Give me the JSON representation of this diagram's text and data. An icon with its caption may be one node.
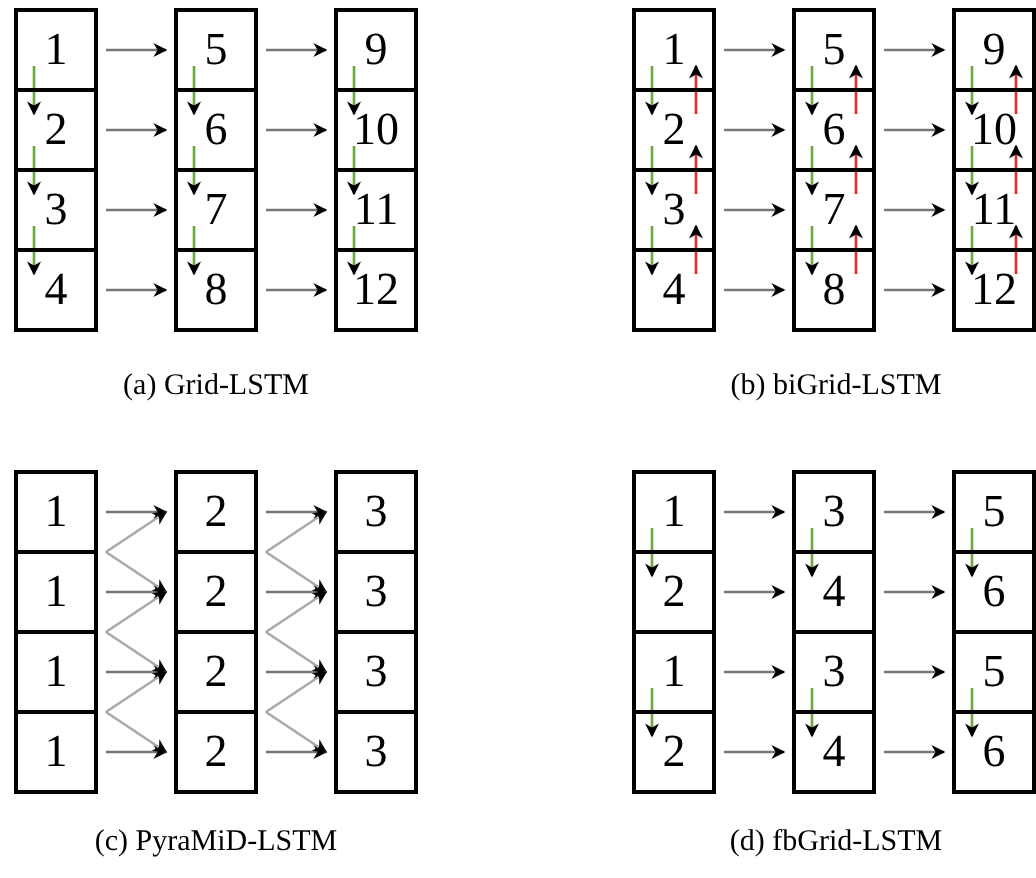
{
  "diagram": {
    "nodes": [
      {
        "text": [
          "1"
        ]
      },
      {
        "text": [
          "2"
        ]
      },
      {
        "text": [
          "3"
        ]
      },
      {
        "text": [
          "4"
        ]
      },
      {
        "text": [
          "5"
        ]
      },
      {
        "text": [
          "6"
        ]
      },
      {
        "text": [
          "7"
        ]
      },
      {
        "text": [
          "8"
        ]
      },
      {
        "text": [
          "9"
        ]
      },
      {
        "text": [
          "10"
        ]
      },
      {
        "text": [
          "11"
        ]
      },
      {
        "text": [
          "12"
        ]
      },
      {
        "text": [
          "1"
        ]
      },
      {
        "text": [
          "2"
        ]
      },
      {
        "text": [
          "3"
        ]
      },
      {
        "text": [
          "4"
        ]
      },
      {
        "text": [
          "5"
        ]
      },
      {
        "text": [
          "6"
        ]
      },
      {
        "text": [
          "7"
        ]
      },
      {
        "text": [
          "8"
        ]
      },
      {
        "text": [
          "9"
        ]
      },
      {
        "text": [
          "10"
        ]
      },
      {
        "text": [
          "11"
        ]
      },
      {
        "text": [
          "12"
        ]
      },
      {
        "text": [
          "1"
        ]
      },
      {
        "text": [
          "1"
        ]
      },
      {
        "text": [
          "1"
        ]
      },
      {
        "text": [
          "1"
        ]
      },
      {
        "text": [
          "2"
        ]
      },
      {
        "text": [
          "2"
        ]
      },
      {
        "text": [
          "2"
        ]
      },
      {
        "text": [
          "2"
        ]
      },
      {
        "text": [
          "3"
        ]
      },
      {
        "text": [
          "3"
        ]
      },
      {
        "text": [
          "3"
        ]
      },
      {
        "text": [
          "3"
        ]
      },
      {
        "text": [
          "1"
        ]
      },
      {
        "text": [
          "2"
        ]
      },
      {
        "text": [
          "1"
        ]
      },
      {
        "text": [
          "2"
        ]
      },
      {
        "text": [
          "3"
        ]
      },
      {
        "text": [
          "4"
        ]
      },
      {
        "text": [
          "3"
        ]
      },
      {
        "text": [
          "4"
        ]
      },
      {
        "text": [
          "5"
        ]
      },
      {
        "text": [
          "6"
        ]
      },
      {
        "text": [
          "5"
        ]
      },
      {
        "text": [
          "6"
        ]
      }
    ],
    "edges": [
      {
        "from": 0,
        "to": 4,
        "arrow": "to"
      },
      {
        "from": 1,
        "to": 5,
        "arrow": "to"
      },
      {
        "from": 2,
        "to": 6,
        "arrow": "to"
      },
      {
        "from": 3,
        "to": 7,
        "arrow": "to"
      },
      {
        "from": 4,
        "to": 8,
        "arrow": "to"
      },
      {
        "from": 5,
        "to": 9,
        "arrow": "to"
      },
      {
        "from": 6,
        "to": 10,
        "arrow": "to"
      },
      {
        "from": 7,
        "to": 11,
        "arrow": "to"
      },
      {
        "from": 0,
        "to": 1,
        "arrow": "to",
        "color": "#6aaa3a"
      },
      {
        "from": 1,
        "to": 2,
        "arrow": "to",
        "color": "#6aaa3a"
      },
      {
        "from": 2,
        "to": 3,
        "arrow": "to",
        "color": "#6aaa3a"
      },
      {
        "from": 4,
        "to": 5,
        "arrow": "to",
        "color": "#6aaa3a"
      },
      {
        "from": 5,
        "to": 6,
        "arrow": "to",
        "color": "#6aaa3a"
      },
      {
        "from": 6,
        "to": 7,
        "arrow": "to",
        "color": "#6aaa3a"
      },
      {
        "from": 8,
        "to": 9,
        "arrow": "to",
        "color": "#6aaa3a"
      },
      {
        "from": 9,
        "to": 10,
        "arrow": "to",
        "color": "#6aaa3a"
      },
      {
        "from": 10,
        "to": 11,
        "arrow": "to",
        "color": "#6aaa3a"
      },
      {
        "from": 12,
        "to": 16,
        "arrow": "to"
      },
      {
        "from": 13,
        "to": 17,
        "arrow": "to"
      },
      {
        "from": 14,
        "to": 18,
        "arrow": "to"
      },
      {
        "from": 15,
        "to": 19,
        "arrow": "to"
      },
      {
        "from": 16,
        "to": 20,
        "arrow": "to"
      },
      {
        "from": 17,
        "to": 21,
        "arrow": "to"
      },
      {
        "from": 18,
        "to": 22,
        "arrow": "to"
      },
      {
        "from": 19,
        "to": 23,
        "arrow": "to"
      },
      {
        "from": 12,
        "to": 13,
        "arrow": "to",
        "color": "#6aaa3a"
      },
      {
        "from": 13,
        "to": 14,
        "arrow": "to",
        "color": "#6aaa3a"
      },
      {
        "from": 14,
        "to": 15,
        "arrow": "to",
        "color": "#6aaa3a"
      },
      {
        "from": 16,
        "to": 17,
        "arrow": "to",
        "color": "#6aaa3a"
      },
      {
        "from": 17,
        "to": 18,
        "arrow": "to",
        "color": "#6aaa3a"
      },
      {
        "from": 18,
        "to": 19,
        "arrow": "to",
        "color": "#6aaa3a"
      },
      {
        "from": 20,
        "to": 21,
        "arrow": "to",
        "color": "#6aaa3a"
      },
      {
        "from": 21,
        "to": 22,
        "arrow": "to",
        "color": "#6aaa3a"
      },
      {
        "from": 22,
        "to": 23,
        "arrow": "to",
        "color": "#6aaa3a"
      },
      {
        "from": 13,
        "to": 12,
        "arrow": "to",
        "color": "#e8282a"
      },
      {
        "from": 14,
        "to": 13,
        "arrow": "to",
        "color": "#e8282a"
      },
      {
        "from": 15,
        "to": 14,
        "arrow": "to",
        "color": "#e8282a"
      },
      {
        "from": 17,
        "to": 16,
        "arrow": "to",
        "color": "#e8282a"
      },
      {
        "from": 18,
        "to": 17,
        "arrow": "to",
        "color": "#e8282a"
      },
      {
        "from": 19,
        "to": 18,
        "arrow": "to",
        "color": "#e8282a"
      },
      {
        "from": 21,
        "to": 20,
        "arrow": "to",
        "color": "#e8282a"
      },
      {
        "from": 22,
        "to": 21,
        "arrow": "to",
        "color": "#e8282a"
      },
      {
        "from": 23,
        "to": 22,
        "arrow": "to",
        "color": "#e8282a"
      },
      {
        "from": 24,
        "to": 28,
        "arrow": "to"
      },
      {
        "from": 25,
        "to": 29,
        "arrow": "to"
      },
      {
        "from": 26,
        "to": 30,
        "arrow": "to"
      },
      {
        "from": 27,
        "to": 31,
        "arrow": "to"
      },
      {
        "from": 28,
        "to": 32,
        "arrow": "to"
      },
      {
        "from": 29,
        "to": 33,
        "arrow": "to"
      },
      {
        "from": 30,
        "to": 34,
        "arrow": "to"
      },
      {
        "from": 31,
        "to": 35,
        "arrow": "to"
      },
      {
        "from": 24,
        "to": 29,
        "arrow": "to",
        "color": "#aaaaaa"
      },
      {
        "from": 25,
        "to": 30,
        "arrow": "to",
        "color": "#aaaaaa"
      },
      {
        "from": 26,
        "to": 31,
        "arrow": "to",
        "color": "#aaaaaa"
      },
      {
        "from": 28,
        "to": 33,
        "arrow": "to",
        "color": "#aaaaaa"
      },
      {
        "from": 29,
        "to": 34,
        "arrow": "to",
        "color": "#aaaaaa"
      },
      {
        "from": 30,
        "to": 35,
        "arrow": "to",
        "color": "#aaaaaa"
      },
      {
        "from": 25,
        "to": 28,
        "arrow": "to",
        "color": "#aaaaaa"
      },
      {
        "from": 26,
        "to": 29,
        "arrow": "to",
        "color": "#aaaaaa"
      },
      {
        "from": 27,
        "to": 30,
        "arrow": "to",
        "color": "#aaaaaa"
      },
      {
        "from": 29,
        "to": 32,
        "arrow": "to",
        "color": "#aaaaaa"
      },
      {
        "from": 30,
        "to": 33,
        "arrow": "to",
        "color": "#aaaaaa"
      },
      {
        "from": 31,
        "to": 34,
        "arrow": "to",
        "color": "#aaaaaa"
      },
      {
        "from": 36,
        "to": 40,
        "arrow": "to"
      },
      {
        "from": 37,
        "to": 41,
        "arrow": "to"
      },
      {
        "from": 38,
        "to": 42,
        "arrow": "to"
      },
      {
        "from": 39,
        "to": 43,
        "arrow": "to"
      },
      {
        "from": 40,
        "to": 44,
        "arrow": "to"
      },
      {
        "from": 41,
        "to": 45,
        "arrow": "to"
      },
      {
        "from": 42,
        "to": 46,
        "arrow": "to"
      },
      {
        "from": 43,
        "to": 47,
        "arrow": "to"
      },
      {
        "from": 36,
        "to": 37,
        "arrow": "to",
        "color": "#6aaa3a"
      },
      {
        "from": 38,
        "to": 39,
        "arrow": "to",
        "color": "#6aaa3a"
      },
      {
        "from": 40,
        "to": 41,
        "arrow": "to",
        "color": "#6aaa3a"
      },
      {
        "from": 42,
        "to": 43,
        "arrow": "to",
        "color": "#6aaa3a"
      },
      {
        "from": 44,
        "to": 45,
        "arrow": "to",
        "color": "#6aaa3a"
      },
      {
        "from": 46,
        "to": 47,
        "arrow": "to",
        "color": "#6aaa3a"
      }
    ],
    "labels": [
      "(a) Grid-LSTM",
      "(b) biGrid-LSTM",
      "(c) PyraMiD-LSTM",
      "(d) fbGrid-LSTM"
    ]
  }
}
